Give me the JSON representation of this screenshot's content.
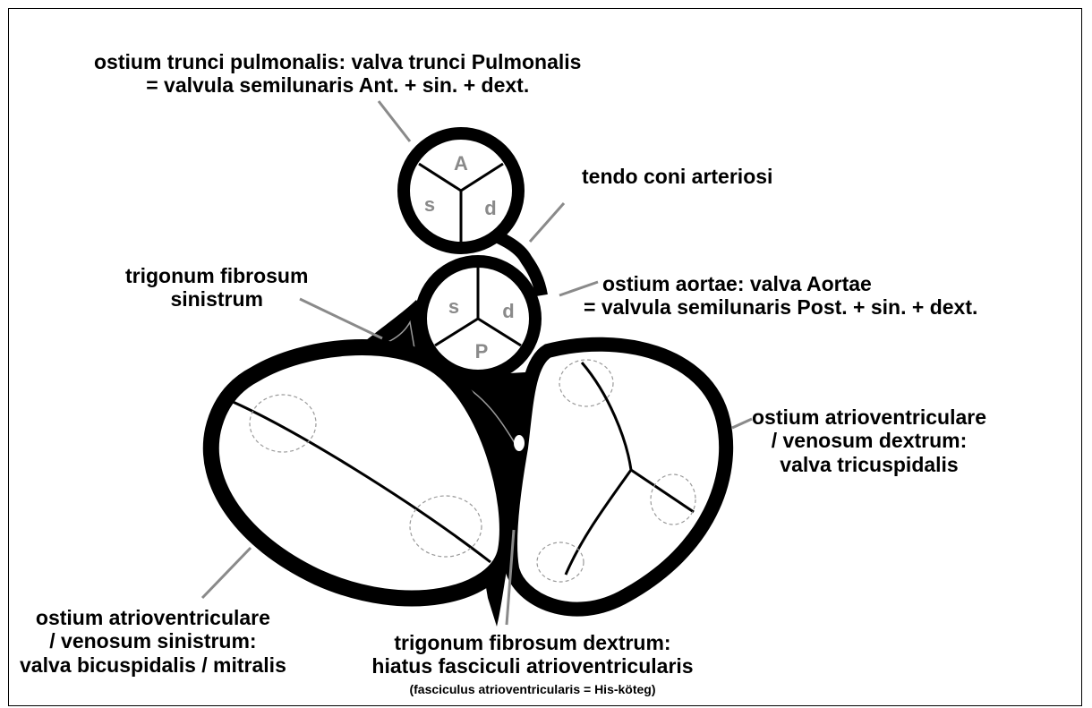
{
  "labels": {
    "pulmonalis_line1": "ostium trunci pulmonalis: valva trunci Pulmonalis",
    "pulmonalis_line2": "= valvula semilunaris Ant. + sin. + dext.",
    "tendo": "tendo coni arteriosi",
    "trig_sin_line1": "trigonum fibrosum",
    "trig_sin_line2": "sinistrum",
    "aortae_line1": "ostium aortae: valva Aortae",
    "aortae_line2": "= valvula semilunaris Post. + sin. + dext.",
    "av_dext_line1": "ostium atrioventriculare",
    "av_dext_line2": "/ venosum dextrum:",
    "av_dext_line3": "valva tricuspidalis",
    "av_sin_line1": "ostium atrioventriculare",
    "av_sin_line2": "/ venosum sinistrum:",
    "av_sin_line3": "valva bicuspidalis / mitralis",
    "trig_dext_line1": "trigonum fibrosum dextrum:",
    "trig_dext_line2": "hiatus fasciculi atrioventricularis",
    "trig_dext_note": "(fasciculus atrioventricularis = His-köteg)"
  },
  "cusps": {
    "pulmonary": [
      "A",
      "s",
      "d"
    ],
    "aortic": [
      "s",
      "d",
      "P"
    ]
  },
  "colors": {
    "ring": "#000000",
    "cusp_letters": "#8a8a8a",
    "pointer_lines": "#8a8a8a",
    "dashed_circles": "#9a9a9a"
  }
}
